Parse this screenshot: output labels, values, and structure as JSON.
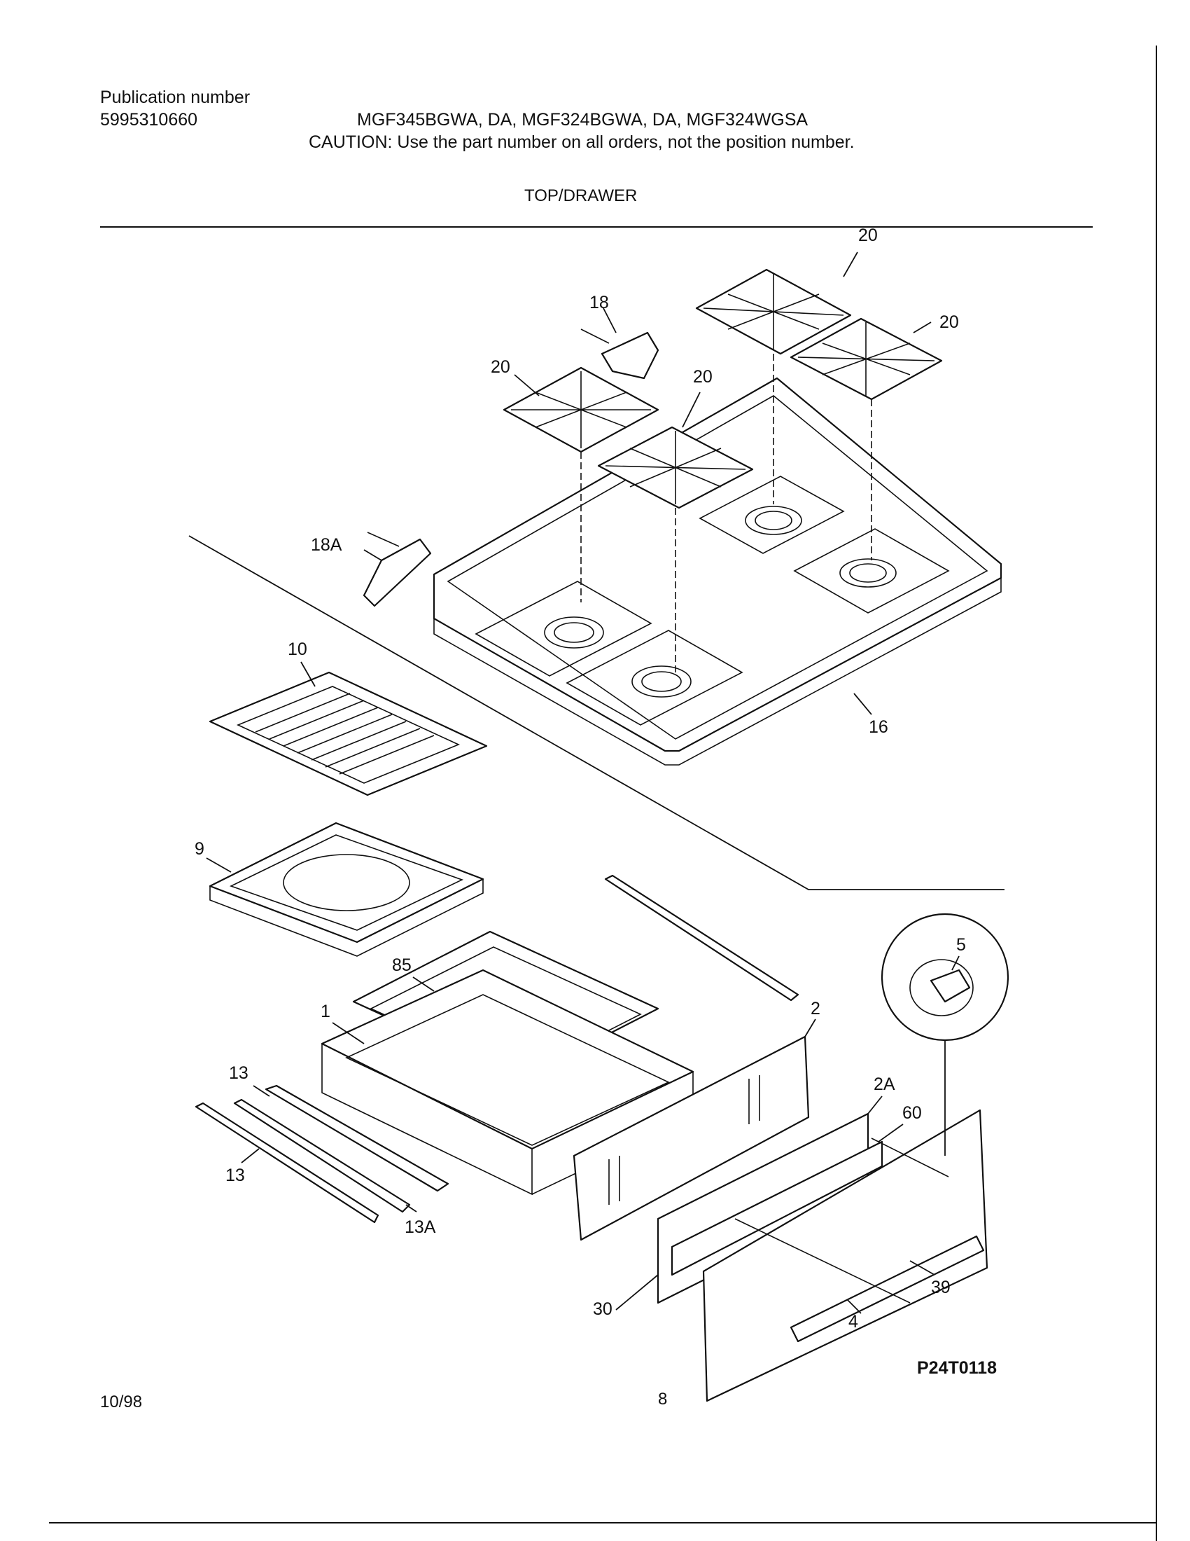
{
  "header": {
    "publication_label": "Publication number",
    "publication_number": "5995310660",
    "models": "MGF345BGWA, DA, MGF324BGWA, DA, MGF324WGSA",
    "caution": "CAUTION:  Use the part number on all orders, not the position number.",
    "section_title": "TOP/DRAWER"
  },
  "callouts": [
    {
      "id": "grate-20a",
      "label": "20"
    },
    {
      "id": "grate-20b",
      "label": "20"
    },
    {
      "id": "hinge-18",
      "label": "18"
    },
    {
      "id": "grate-20c",
      "label": "20"
    },
    {
      "id": "grate-20d",
      "label": "20"
    },
    {
      "id": "hinge-18a",
      "label": "18A"
    },
    {
      "id": "broiler-grid-10",
      "label": "10"
    },
    {
      "id": "cooktop-16",
      "label": "16"
    },
    {
      "id": "broiler-pan-9",
      "label": "9"
    },
    {
      "id": "knob-5",
      "label": "5"
    },
    {
      "id": "rack-85",
      "label": "85"
    },
    {
      "id": "drawer-body-1",
      "label": "1"
    },
    {
      "id": "drawer-back-2",
      "label": "2"
    },
    {
      "id": "rail-13-upper",
      "label": "13"
    },
    {
      "id": "panel-2a",
      "label": "2A"
    },
    {
      "id": "screw-60",
      "label": "60"
    },
    {
      "id": "rail-13-lower",
      "label": "13"
    },
    {
      "id": "slide-13a",
      "label": "13A"
    },
    {
      "id": "handle-39",
      "label": "39"
    },
    {
      "id": "spacer-30",
      "label": "30"
    },
    {
      "id": "drawer-front-4",
      "label": "4"
    }
  ],
  "footer": {
    "drawing_code": "P24T0118",
    "date": "10/98",
    "page_number": "8"
  }
}
